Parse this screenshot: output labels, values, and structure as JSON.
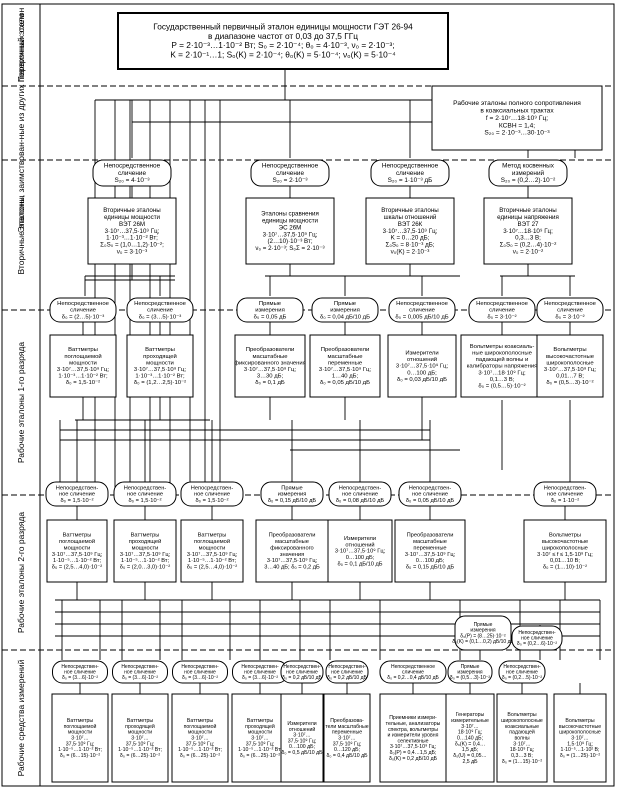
{
  "sections": [
    {
      "id": "primary",
      "label": "Первичный эталон"
    },
    {
      "id": "derived",
      "label": "Эталоны, заимствован-ные из других поверочных схем"
    },
    {
      "id": "secondary",
      "label": "Вторичные эталоны"
    },
    {
      "id": "work1",
      "label": "Рабочие эталоны 1-го разряда"
    },
    {
      "id": "work2",
      "label": "Рабочие эталоны 2-го разряда"
    },
    {
      "id": "instr",
      "label": "Рабочие средства измерений"
    }
  ],
  "primary": {
    "lines": [
      "Государственный первичный эталон единицы мощности ГЭТ 26-94",
      "в диапазоне частот от 0,03 до 37,5 ГГц",
      "P = 2·10⁻³…1·10⁻² Вт; S₀ = 2·10⁻⁴; θ₀ = 4·10⁻³, ν₀ = 2·10⁻³;",
      "K = 2·10⁻¹…1; S₀(K) = 2·10⁻⁴; θ₀(K) = 5·10⁻⁴; ν₀(K) = 5·10⁻⁴"
    ]
  },
  "derived": {
    "lines": [
      "Рабочие эталоны полного сопротивления",
      "в коаксиальных трактах",
      "f = 2·10⁷…18·10⁹ Гц;",
      "КСВН = 1,4;",
      "S₂₀ = 2·10⁻³…30·10⁻³"
    ]
  },
  "secondary_methods": [
    {
      "lines": [
        "Непосредственное",
        "сличение",
        "S₂₀ = 4·10⁻³"
      ]
    },
    {
      "lines": [
        "Непосредственное",
        "сличение",
        "S₂₀ = 2·10⁻³"
      ]
    },
    {
      "lines": [
        "Непосредственное",
        "сличение",
        "S₂₀ = 1·10⁻³ дБ"
      ]
    },
    {
      "lines": [
        "Метод косвенных",
        "измерений",
        "S₂₀ = (0,2…2)·10⁻²"
      ]
    }
  ],
  "secondary": [
    {
      "lines": [
        "Вторичные эталоны",
        "единицы мощности",
        "ВЭТ 26М",
        "3·10⁷…37,5·10⁹ Гц;",
        "1·10⁻³…1·10⁻² Вт;",
        "Σ₀S₀ = (1,0…1,2)·10⁻²;",
        "ν₀ = 3·10⁻³"
      ]
    },
    {
      "lines": [
        "Эталоны сравнения",
        "единицы мощности",
        "ЭС 26М",
        "3·10⁷…37,5·10⁹ Гц;",
        "(2…10)·10⁻³ Вт;",
        "ν₀ = 2·10⁻³; S₀Σ = 2·10⁻³"
      ]
    },
    {
      "lines": [
        "Вторичные эталоны",
        "шкалы отношений",
        "ВЭТ 26К",
        "3·10⁷…37,5·10⁹ Гц;",
        "K = 0…20 дБ;",
        "Σ₀S₀ = 8·10⁻³ дБ;",
        "ν₀(K) = 2·10⁻³"
      ]
    },
    {
      "lines": [
        "Вторичные эталоны",
        "единицы напряжения",
        "ВЭТ 27",
        "3·10⁷…18·10⁹ Гц;",
        "0,3…3 В;",
        "Σ₀S₀ = (0,2…4)·10⁻²",
        "ν₀ = 2·10⁻²"
      ]
    }
  ],
  "work1_methods": [
    {
      "lines": [
        "Непосредственное",
        "сличение",
        "δ₀ = (2…5)·10⁻³"
      ]
    },
    {
      "lines": [
        "Непосредственное",
        "сличение",
        "δ₀ = (3…5)·10⁻³"
      ]
    },
    {
      "lines": [
        "Прямые",
        "измерения",
        "δ₀ = 0,05 дБ"
      ]
    },
    {
      "lines": [
        "Прямые",
        "измерения",
        "δ₀ = 0,04 дБ/10 дБ"
      ]
    },
    {
      "lines": [
        "Непосредственное",
        "сличение",
        "δ₀ = 0,005 дБ/10 дБ"
      ]
    },
    {
      "lines": [
        "Непосредственное",
        "сличение",
        "δ₀ = 3·10⁻²"
      ]
    },
    {
      "lines": [
        "Непосредственное",
        "сличение",
        "δ₀ = 3·10⁻²"
      ]
    }
  ],
  "work1": [
    {
      "lines": [
        "Ваттметры",
        "поглощаемой",
        "мощности",
        "3·10⁷…37,5·10⁹ Гц;",
        "1·10⁻³…1·10⁻² Вт;",
        "δ₀ = 1,5·10⁻²"
      ]
    },
    {
      "lines": [
        "Ваттметры",
        "проходящей",
        "мощности",
        "3·10⁷…37,5·10⁹ Гц;",
        "1·10⁻³…1·10⁻² Вт;",
        "δ₀ = (1,2…2,5)·10⁻²"
      ]
    },
    {
      "lines": [
        "Преобразователи",
        "масштабные",
        "фиксированного значения",
        "3·10⁷…37,5·10⁹ Гц;",
        "3…30 дБ;",
        "δ₀ = 0,1 дБ"
      ]
    },
    {
      "lines": [
        "Преобразователи",
        "масштабные",
        "переменные",
        "3·10⁷…37,5·10⁹ Гц;",
        "1…40 дБ;",
        "δ₀ = 0,05 дБ/10 дБ"
      ]
    },
    {
      "lines": [
        "Измерители",
        "отношений",
        "3·10⁷…37,5·10⁹ Гц;",
        "0…100 дБ;",
        "δ₀ = 0,03 дБ/10 дБ"
      ]
    },
    {
      "lines": [
        "Вольтметры коаксиаль-",
        "ные широкополосные",
        "падающей волны и",
        "калибраторы напряжения",
        "3·10⁷…18·10⁹ Гц;",
        "0,1…3 В;",
        "δ₀ = (0,5…5)·10⁻²"
      ]
    },
    {
      "lines": [
        "Вольтметры",
        "высокочастотные",
        "широкополосные",
        "3·10⁷…37,5·10⁹ Гц;",
        "0,01…7 В;",
        "δ₀ = (0,5…3)·10⁻²"
      ]
    }
  ],
  "work2_methods": [
    {
      "lines": [
        "Непосредствен-",
        "ное сличение",
        "δ₀ = 1,5·10⁻²"
      ]
    },
    {
      "lines": [
        "Непосредствен-",
        "ное сличение",
        "δ₀ = 1,5·10⁻²"
      ]
    },
    {
      "lines": [
        "Непосредствен-",
        "ное сличение",
        "δ₀ = 1,5·10⁻²"
      ]
    },
    {
      "lines": [
        "Прямые",
        "измерения",
        "δ₀ = 0,15 дБ/10 дБ"
      ]
    },
    {
      "lines": [
        "Непосредствен-",
        "ное сличение",
        "δ₀ = 0,08 дБ/10 дБ"
      ]
    },
    {
      "lines": [
        "Непосредствен-",
        "ное сличение",
        "δ₀ = 0,05 дБ/10 дБ"
      ]
    },
    {
      "lines": [
        "Непосредствен-",
        "ное сличение",
        "δ₀ = 1·10⁻²"
      ]
    }
  ],
  "work2": [
    {
      "lines": [
        "Ваттметры",
        "поглощаемой",
        "мощности",
        "3·10⁷…37,5·10⁹ Гц;",
        "1·10⁻⁵…1·10⁻² Вт;",
        "δ₀ = (2,5…4,0)·10⁻²"
      ]
    },
    {
      "lines": [
        "Ваттметры",
        "проходящей",
        "мощности",
        "3·10⁷…37,5·10⁹ Гц;",
        "1·10⁻⁵…1·10⁻² Вт;",
        "δ₀ = (2,0…3,0)·10⁻²"
      ]
    },
    {
      "lines": [
        "Ваттметры",
        "поглощаемой",
        "мощности",
        "3·10⁷…37,5·10⁹ Гц;",
        "1·10⁻⁵…1·10⁻² Вт;",
        "δ₀ = (2,5…4,0)·10⁻²"
      ]
    },
    {
      "lines": [
        "Преобразователи",
        "масштабные",
        "фиксированного",
        "значения",
        "3·10⁷…37,5·10⁹ Гц;",
        "3…40 дБ; δ₀ = 0,2 дБ"
      ]
    },
    {
      "lines": [
        "Измерители",
        "отношений",
        "3·10⁷…37,5·10⁹ Гц;",
        "0…100 дБ;",
        "δ₀ = 0,1 дБ/10 дБ"
      ]
    },
    {
      "lines": [
        "Преобразователи",
        "масштабные",
        "переменные",
        "3·10⁷…37,5·10⁹ Гц;",
        "0…100 дБ;",
        "δ₀ = 0,15 дБ/10 дБ"
      ]
    },
    {
      "lines": [
        "Вольтметры",
        "высокочастотные",
        "широкополосные",
        "3·10⁷ ≤ f ≤ 1,5·10⁹ Гц;",
        "0,01…10 В;",
        "δ₀ = (1…10)·10⁻²"
      ]
    }
  ],
  "side_methods": [
    {
      "lines": [
        "Прямые",
        "измерения",
        "δ₀(P) = (8…25)·10⁻²",
        "δ₀(K) = (0,1…0,2) дБ/10 дБ"
      ]
    },
    {
      "lines": [
        "Непосредствен-",
        "ное сличение",
        "δ₀ = (0,2…6)·10⁻²"
      ]
    }
  ],
  "instr_methods": [
    {
      "lines": [
        "Непосредствен-",
        "ное сличение",
        "δ₀ = (3…6)·10⁻²"
      ]
    },
    {
      "lines": [
        "Непосредствен-",
        "ное сличение",
        "δ₀ = (3…6)·10⁻²"
      ]
    },
    {
      "lines": [
        "Непосредствен-",
        "ное сличение",
        "δ₀ = (3…6)·10⁻²"
      ]
    },
    {
      "lines": [
        "Непосредствен-",
        "ное сличение",
        "δ₀ = (3…6)·10⁻²"
      ]
    },
    {
      "lines": [
        "Непосредствен-",
        "ное сличение",
        "δ₀ = 0,2 дБ/10 дБ"
      ]
    },
    {
      "lines": [
        "Непосредствен-",
        "ное сличение",
        "δ₀ = 0,2 дБ/10 дБ"
      ]
    },
    {
      "lines": [
        "Непосредственное",
        "сличение",
        "δ₀ = 0,2…0,4 дБ/10 дБ"
      ]
    },
    {
      "lines": [
        "Прямые",
        "измерения",
        "δ₀ = (0,5…3)·10⁻²"
      ]
    },
    {
      "lines": [
        "Непосредствен-",
        "ное сличение",
        "δ₀ = (0,2…5)·10⁻²"
      ]
    }
  ],
  "instr": [
    {
      "lines": [
        "Ваттметры",
        "поглощаемой",
        "мощности",
        "3·10⁷…",
        "37,5·10⁹ Гц;",
        "1·10⁻⁵…1·10⁻² Вт;",
        "δ₀ = (6…15)·10⁻²"
      ]
    },
    {
      "lines": [
        "Ваттметры",
        "проходящей",
        "мощности",
        "3·10⁷…",
        "37,5·10⁹ Гц;",
        "1·10⁻⁵…1·10⁻² Вт;",
        "δ₀ = (6…25)·10⁻²"
      ]
    },
    {
      "lines": [
        "Ваттметры",
        "поглощаемой",
        "мощности",
        "3·10⁷…",
        "37,5·10⁹ Гц;",
        "1·10⁻⁵…1·10⁻² Вт;",
        "δ₀ = (6…25)·10⁻²"
      ]
    },
    {
      "lines": [
        "Ваттметры",
        "проходящей",
        "мощности",
        "3·10⁷…",
        "37,5·10⁹ Гц;",
        "1·10⁻⁵…1·10⁻² Вт;",
        "δ₀ = (6…25)·10⁻²"
      ]
    },
    {
      "lines": [
        "Измерители",
        "отношений",
        "3·10⁷…",
        "37,5·10⁹ Гц;",
        "0…100 дБ;",
        "δ₀ = 0,5 дБ/10 дБ"
      ]
    },
    {
      "lines": [
        "Преобразова-",
        "тели масштабные",
        "переменные",
        "3·10⁷…",
        "37,5·10⁹ Гц;",
        "0…120 дБ;",
        "δ₀ = 0,4 дБ/10 дБ"
      ]
    },
    {
      "lines": [
        "Приемники измери-",
        "тельные, анализаторы",
        "спектра, вольтметры",
        "и измерители уровня",
        "селективные",
        "3·10⁷…37,5·10⁹ Гц;",
        "δ₀(P) = 0,4…1,5 дБ;",
        "δ₀(K) = 0,2 дБ/10 дБ"
      ]
    },
    {
      "lines": [
        "Генераторы",
        "измерительные",
        "3·10⁷…",
        "18·10⁹ Гц;",
        "0…140 дБ;",
        "δ₀(K) = 0,4…",
        "1,5 дБ;",
        "δ₀(U) = 0,05…",
        "2,5 дБ"
      ]
    },
    {
      "lines": [
        "Вольтметры",
        "широкополосные",
        "коаксиальные",
        "падающей",
        "волны",
        "3·10⁷…",
        "18·10⁹ Гц;",
        "0,3…3 В;",
        "δ₀ = (1…15)·10⁻²"
      ]
    },
    {
      "lines": [
        "Вольтметры",
        "высокочастотные",
        "широкополосные",
        "3·10⁷…",
        "1,5·10⁹ Гц;",
        "1·10⁻⁵…1·10² В;",
        "δ₀ = (1…25)·10⁻²"
      ]
    }
  ]
}
